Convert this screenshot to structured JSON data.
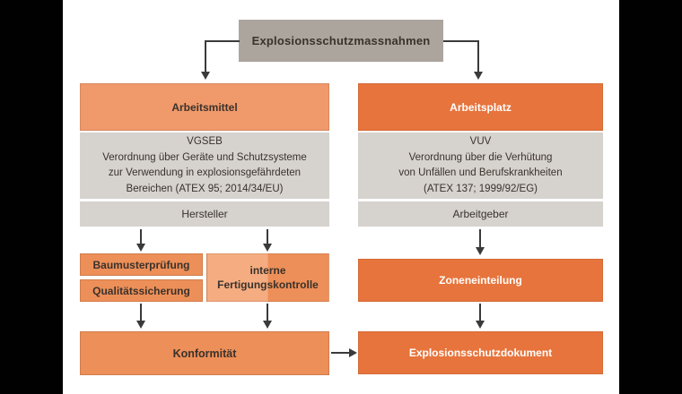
{
  "colors": {
    "sidebar": "#010101",
    "title_bg": "#aca59d",
    "gray_bg": "#d6d2ce",
    "orange_strong": "#e7743c",
    "orange_medium": "#f0996a",
    "orange_check": "#ed8f58",
    "orange_light": "#f5ac80",
    "text_dark": "#3a322c",
    "text_light": "#ffffff",
    "arrow": "#3a3a3a"
  },
  "diagram": {
    "root": {
      "label": "Explosionsschutzmassnahmen"
    },
    "left": {
      "header": "Arbeitsmittel",
      "regulation_title": "VGSEB",
      "regulation_lines": [
        "Verordnung über Geräte und Schutzsysteme",
        "zur Verwendung in explosionsgefährdeten",
        "Bereichen (ATEX 95; 2014/34/EU)"
      ],
      "actor": "Hersteller",
      "check_a": "Baumusterprüfung",
      "check_b": "Qualitätssicherung",
      "alt_line1": "interne",
      "alt_line2": "Fertigungskontrolle",
      "result": "Konformität"
    },
    "right": {
      "header": "Arbeitsplatz",
      "regulation_title": "VUV",
      "regulation_lines": [
        "Verordnung über die Verhütung",
        "von Unfällen und Berufskrankheiten",
        "(ATEX 137; 1999/92/EG)"
      ],
      "actor": "Arbeitgeber",
      "zoning": "Zoneneinteilung",
      "result": "Explosionsschutzdokument"
    }
  }
}
